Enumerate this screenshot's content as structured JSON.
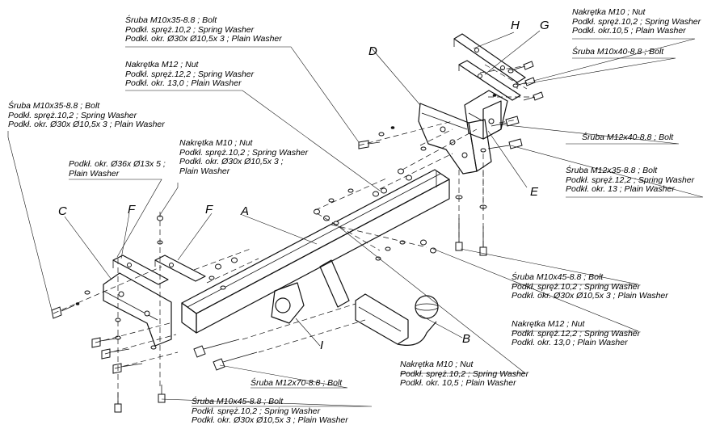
{
  "diagram": {
    "part_letters": {
      "A": "A",
      "B": "B",
      "C": "C",
      "D": "D",
      "E": "E",
      "F1": "F",
      "F2": "F",
      "G": "G",
      "H": "H",
      "I": "I"
    },
    "callouts": [
      {
        "id": "top-right-nut",
        "lines": [
          "Nakrętka  M10 ; Nut",
          "Podkł. spręż.10,2 ; Spring Washer",
          "Podkł. okr.10,5 ; Plain Washer"
        ]
      },
      {
        "id": "top-right-bolt",
        "lines": [
          "Śruba M10x40-8.8 ;  Bolt"
        ]
      },
      {
        "id": "top-left-bolt",
        "lines": [
          "Śruba M10x35-8.8 ;  Bolt",
          "Podkł. spręż.10,2 ; Spring Washer",
          "Podkł. okr. Ø30x Ø10,5x 3 ; Plain Washer"
        ]
      },
      {
        "id": "nut-m12-top",
        "lines": [
          "Nakrętka  M12 ; Nut",
          "Podkł. spręż.12,2 ; Spring Washer",
          "Podkł. okr. 13,0 ; Plain Washer"
        ]
      },
      {
        "id": "left-bolt",
        "lines": [
          "Śruba M10x35-8.8 ;  Bolt",
          "Podkł. spręż.10,2 ; Spring Washer",
          "Podkł. okr. Ø30x Ø10,5x 3 ; Plain Washer"
        ]
      },
      {
        "id": "mid-nut-m10",
        "lines": [
          "Nakrętka  M10 ; Nut",
          "Podkł. spręż.10,2 ; Spring Washer",
          "Podkł. okr. Ø30x Ø10,5x 3 ;",
          "Plain Washer"
        ]
      },
      {
        "id": "big-washer",
        "lines": [
          "Podkł. okr. Ø36x Ø13x 5 ;",
          "Plain Washer"
        ]
      },
      {
        "id": "bolt-m12x40",
        "lines": [
          "Śruba M12x40-8.8 ;  Bolt"
        ]
      },
      {
        "id": "bolt-m12x35",
        "lines": [
          "Śruba M12x35-8.8 ;  Bolt",
          "Podkł. spręż.12,2 ; Spring Washer",
          "Podkł. okr.  13 ; Plain Washer"
        ]
      },
      {
        "id": "bolt-m10x45-right",
        "lines": [
          "Śruba M10x45-8.8 ;  Bolt",
          "Podkł. spręż.10,2 ; Spring Washer",
          "Podkł. okr. Ø30x Ø10,5x 3 ; Plain Washer"
        ]
      },
      {
        "id": "nut-m12-right",
        "lines": [
          "Nakrętka  M12 ; Nut",
          "Podkł. spręż.12,2 ; Spring Washer",
          "Podkł. okr. 13,0 ; Plain Washer"
        ]
      },
      {
        "id": "nut-m10-bottom",
        "lines": [
          "Nakrętka  M10 ; Nut",
          "Podkł. spręż.10,2 ; Spring Washer",
          "Podkł. okr. 10,5 ; Plain Washer"
        ]
      },
      {
        "id": "bolt-m12x70",
        "lines": [
          "Śruba M12x70-8.8 ;  Bolt"
        ]
      },
      {
        "id": "bolt-m10x45-bottom",
        "lines": [
          "Śruba M10x45-8.8 ;  Bolt",
          "Podkł. spręż.10,2 ; Spring Washer",
          "Podkł. okr. Ø30x Ø10,5x 3 ; Plain Washer"
        ]
      }
    ]
  }
}
